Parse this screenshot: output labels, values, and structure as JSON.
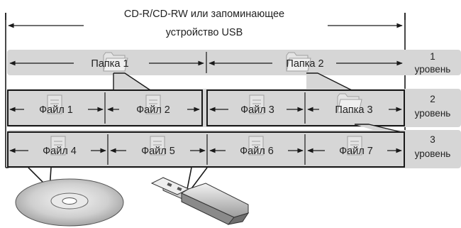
{
  "title": {
    "line1": "CD-R/CD-RW или запоминающее",
    "line2": "устройство USB"
  },
  "levels": [
    {
      "number": "1",
      "word": "уровень"
    },
    {
      "number": "2",
      "word": "уровень"
    },
    {
      "number": "3",
      "word": "уровень"
    }
  ],
  "row1": [
    {
      "label": "Папка 1",
      "icon": "folder-icon"
    },
    {
      "label": "Папка 2",
      "icon": "folder-icon"
    }
  ],
  "row2": [
    {
      "label": "Файл 1",
      "icon": "file-icon"
    },
    {
      "label": "Файл 2",
      "icon": "file-icon"
    },
    {
      "label": "Файл 3",
      "icon": "file-icon"
    },
    {
      "label": "Папка 3",
      "icon": "folder-icon"
    }
  ],
  "row3": [
    {
      "label": "Файл 4",
      "icon": "file-icon"
    },
    {
      "label": "Файл 5",
      "icon": "file-icon"
    },
    {
      "label": "Файл 6",
      "icon": "file-icon"
    },
    {
      "label": "Файл 7",
      "icon": "file-icon"
    }
  ],
  "media": [
    {
      "name": "cd-disc",
      "icon": "disc-icon"
    },
    {
      "name": "usb-stick",
      "icon": "usb-drive-icon"
    }
  ],
  "colors": {
    "band": "#d6d6d6",
    "line": "#1a1a1a",
    "icon_fill": "#e4e4e4",
    "icon_stroke": "#a0a0a0"
  }
}
